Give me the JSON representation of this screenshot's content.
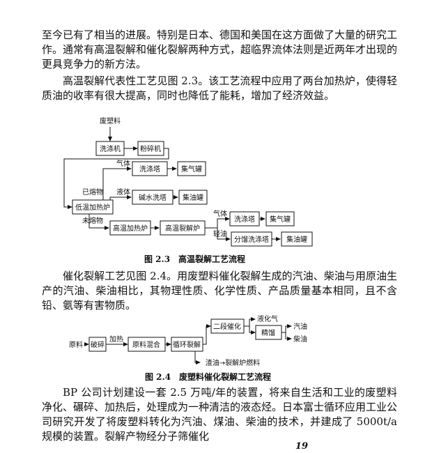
{
  "paragraphs": {
    "p1": "至今已有了相当的进展。特别是日本、德国和美国在这方面做了大量的研究工作。通常有高温裂解和催化裂解两种方式，超临界流体法则是近两年才出现的更具竞争力的新方法。",
    "p2": "高温裂解代表性工艺见图 2.3。该工艺流程中应用了两台加热炉，使得轻质油的收率有很大提高，同时也降低了能耗，增加了经济效益。",
    "p3": "催化裂解工艺见图 2.4。用废塑料催化裂解生成的汽油、柴油与用原油生产的汽油、柴油相比，其物理性质、化学性质、产品质量基本相同，且不含铅、氨等有害物质。",
    "p4": "BP 公司计划建设一套 2.5 万吨/年的装置，将来自生活和工业的废塑料净化、碾碎、加热后，处理成为一种清洁的液态烃。日本富士循环应用工业公司研究开发了将废塑料转化为汽油、煤油、柴油的技术，并建成了 5000t/a 规模的装置。裂解产物经分子筛催化"
  },
  "figure1": {
    "caption": "图 2.3　高温裂解工艺流程",
    "input": "废塑料",
    "washer": "洗涤机",
    "crusher": "粉碎机",
    "gas_label": "气体",
    "gas_washer": "洗涤塔",
    "gas_tank": "集气罐",
    "liquid_label": "液体",
    "alkali_washer": "碱水洗塔",
    "oil_tank": "集油罐",
    "melted_label": "已熔物",
    "low_furnace": "低温加热炉",
    "unmelted_label": "未熔物",
    "high_furnace": "高温加热炉",
    "high_cracker": "高温裂解炉",
    "gas_label2": "气体",
    "gas_washer2": "洗涤塔",
    "gas_tank2": "集气罐",
    "light_oil_label": "轻油",
    "frac_washer": "分馏洗涤塔",
    "oil_tank2": "集油罐"
  },
  "figure2": {
    "caption": "图 2.4　废塑料催化裂解工艺流程",
    "raw": "原料",
    "crush": "破碎",
    "heat_label": "加热",
    "raw_mix": "原料混合",
    "cycle_crack": "循环裂解",
    "second_cat": "二段催化",
    "lpg": "液化气",
    "refine": "精馏",
    "gasoline": "汽油",
    "diesel": "柴油",
    "residue": "渣油→裂解炉燃料"
  },
  "page_number": "19"
}
